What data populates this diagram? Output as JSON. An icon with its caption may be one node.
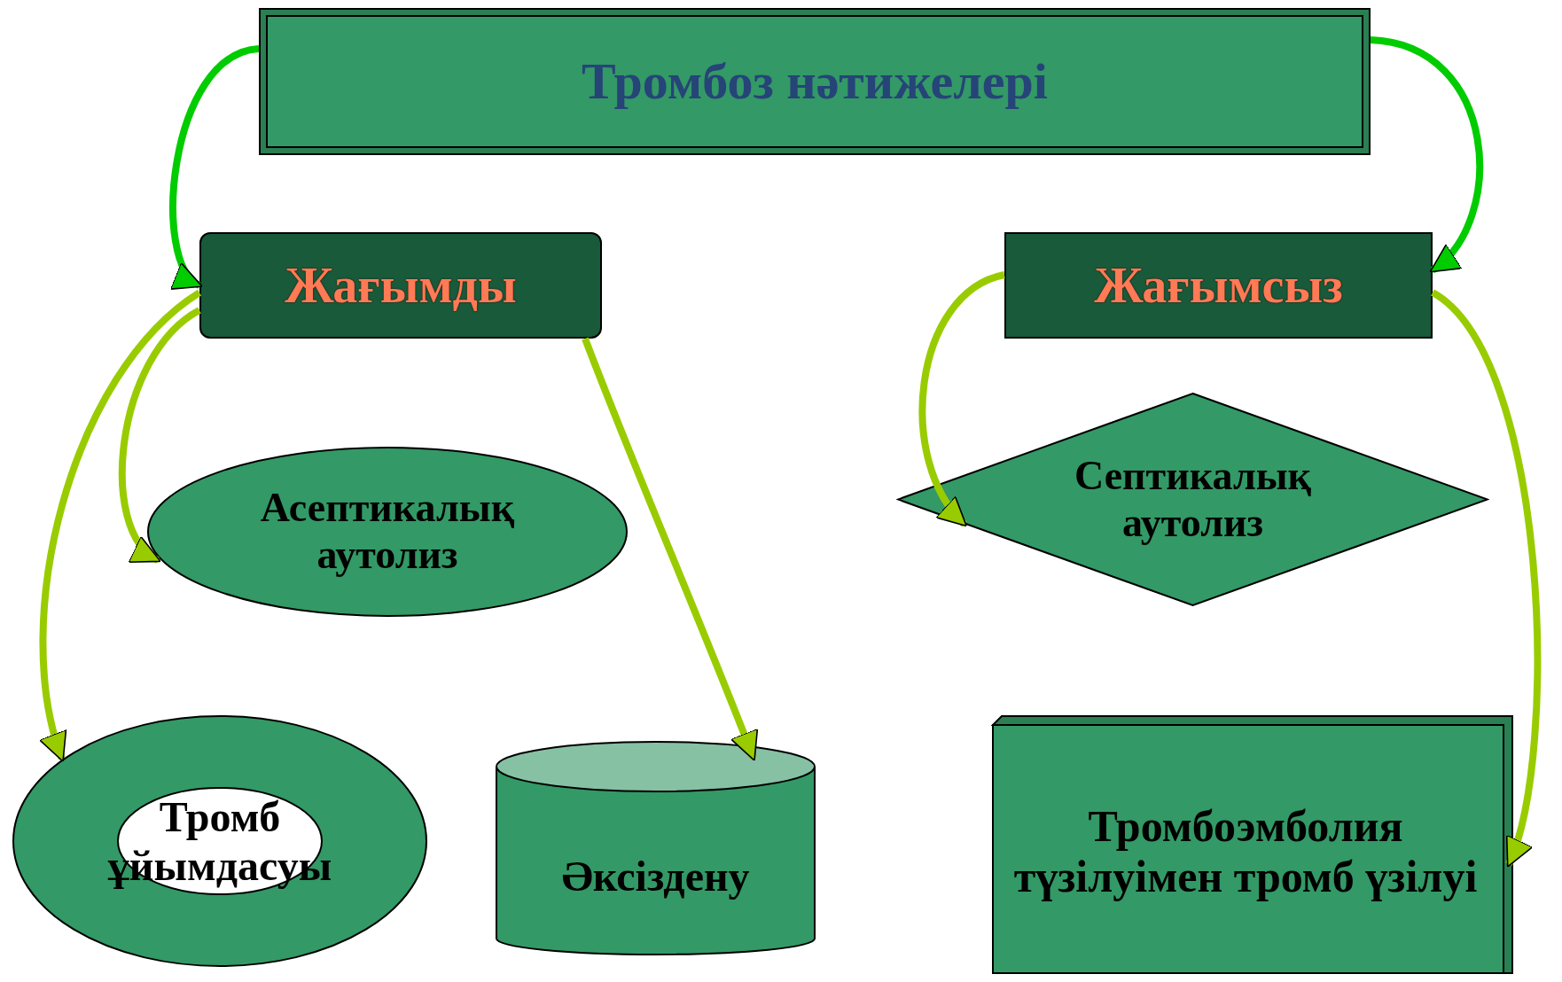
{
  "diagram": {
    "nodes": [
      {
        "text": [
          "Тромбоз нәтижелері"
        ]
      },
      {
        "text": [
          "Жағымды"
        ]
      },
      {
        "text": [
          "Жағымсыз"
        ]
      },
      {
        "text": [
          "Асептикалық аутолиз"
        ]
      },
      {
        "text": [
          "Септикалық аутолиз"
        ]
      },
      {
        "text": [
          "Тромб ұйымдасуы"
        ]
      },
      {
        "text": [
          "Әксіздену"
        ]
      },
      {
        "text": [
          "Тромбоэмболия түзілуімен тромб үзілуі"
        ]
      }
    ],
    "edges": [
      {
        "from": 0,
        "to": 1,
        "arrow": "to",
        "color": "#00cc00"
      },
      {
        "from": 0,
        "to": 2,
        "arrow": "to",
        "color": "#00cc00"
      },
      {
        "from": 1,
        "to": 3,
        "arrow": "to"
      },
      {
        "from": 1,
        "to": 5,
        "arrow": "to"
      },
      {
        "from": 1,
        "to": 6,
        "arrow": "to"
      },
      {
        "from": 2,
        "to": 4,
        "arrow": "to"
      },
      {
        "from": 2,
        "to": 7,
        "arrow": "to"
      }
    ]
  }
}
